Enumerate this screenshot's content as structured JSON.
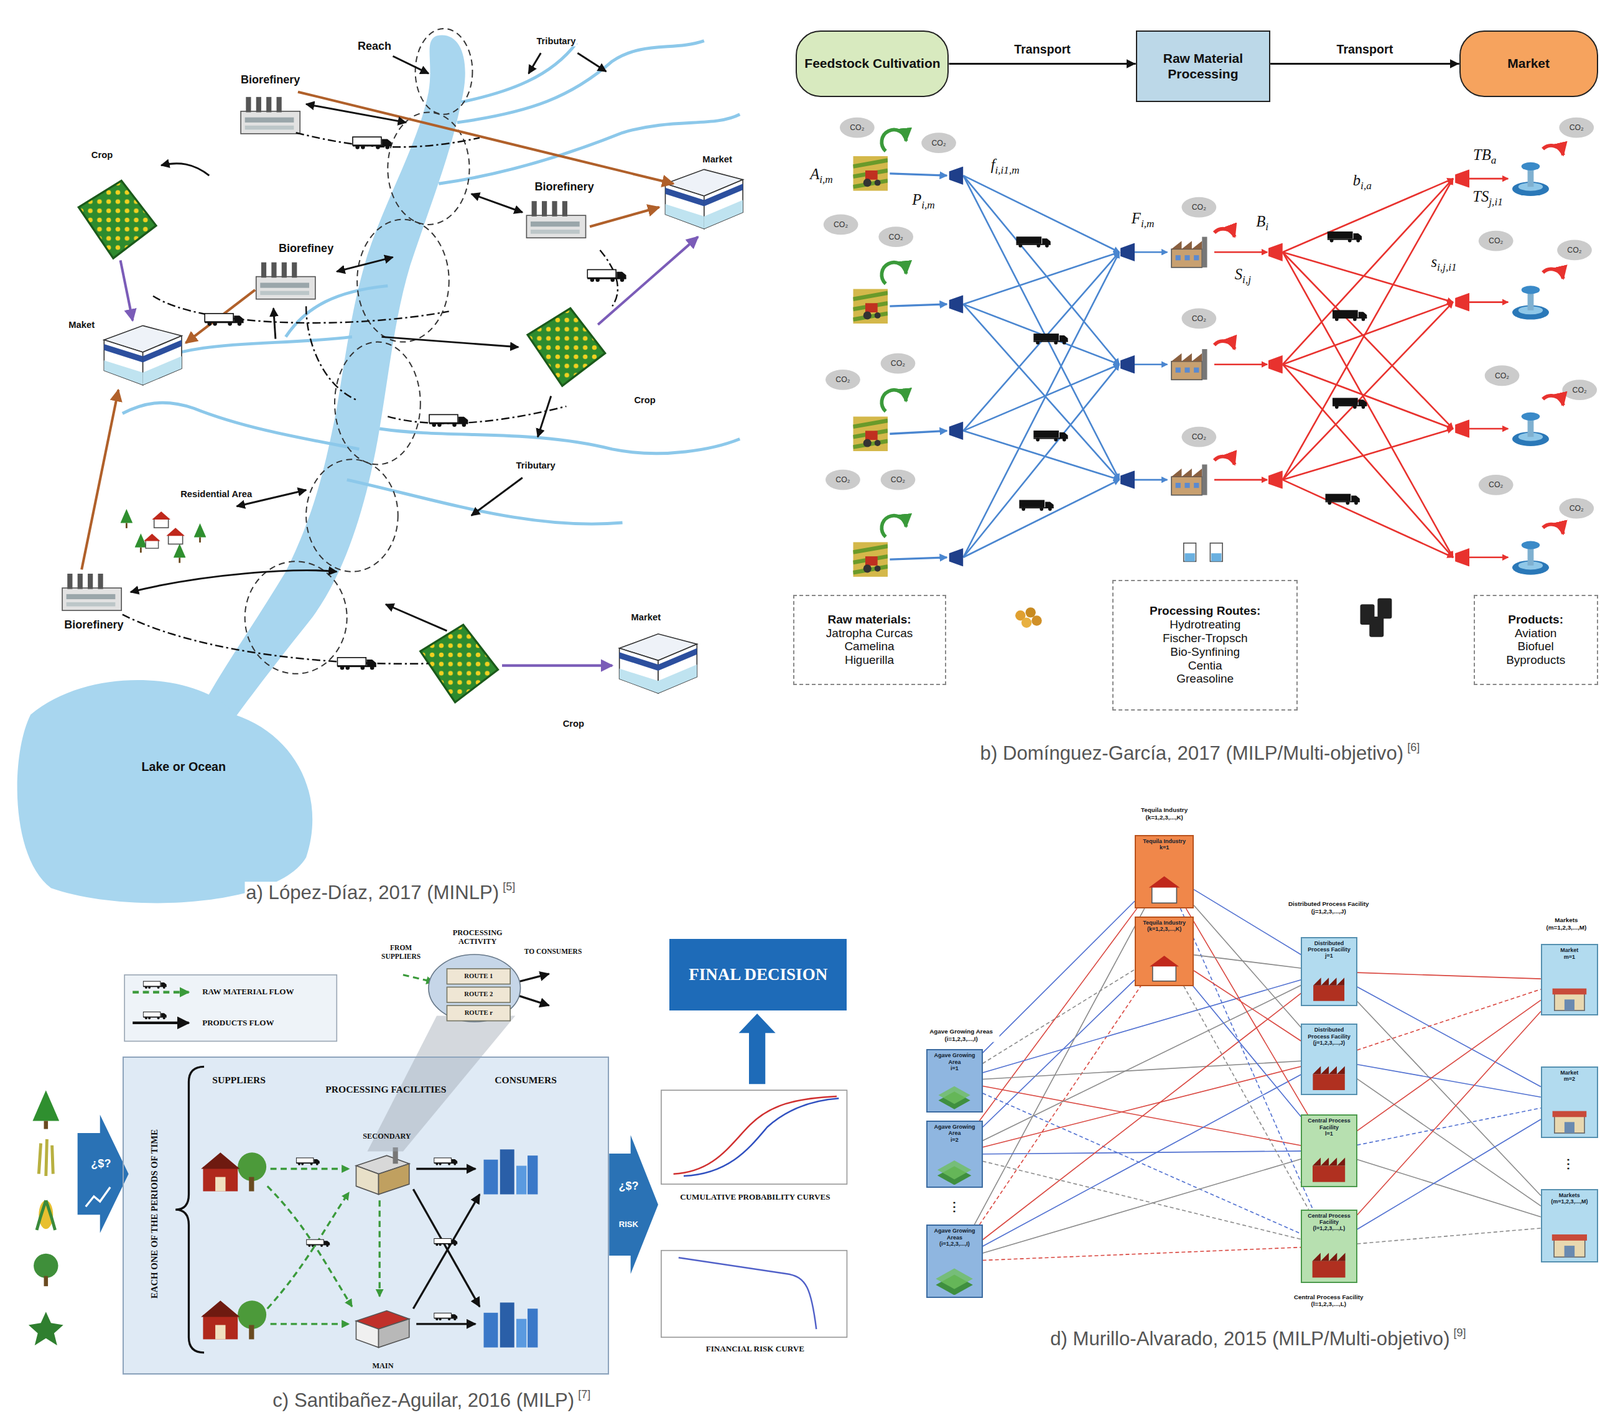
{
  "diagram": {
    "nodes": [
      {
        "text": [
          "Feedstock Cultivation"
        ]
      },
      {
        "text": [
          "Raw Material Processing"
        ]
      },
      {
        "text": [
          "Market"
        ]
      },
      {
        "text": [
          "Raw materials:",
          "Jatropha Curcas",
          "Camelina",
          "Higuerilla"
        ]
      },
      {
        "text": [
          "Processing Routes:",
          "Hydrotreating",
          "Fischer-Tropsch",
          "Bio-Synfining",
          "Centia",
          "Greasoline"
        ]
      },
      {
        "text": [
          "Products:",
          "Aviation",
          "Biofuel",
          "Byproducts"
        ]
      },
      {
        "text": [
          "EACH ONE OF THE PERIODS OF TIME",
          "SUPPLIERS",
          "PROCESSING FACILITIES",
          "CONSUMERS",
          "SECONDARY",
          "MAIN"
        ]
      },
      {
        "text": [
          "FINAL DECISION"
        ]
      },
      {
        "text": [
          "Tequila Industry",
          "k=1"
        ]
      },
      {
        "text": [
          "Tequila Industry",
          "(k=1,2,3,...,K)"
        ]
      },
      {
        "text": [
          "Agave Growing Area",
          "i=1"
        ]
      },
      {
        "text": [
          "Agave Growing Area",
          "i=2"
        ]
      },
      {
        "text": [
          "Agave Growing Areas",
          "(i=1,2,3,...,I)"
        ]
      },
      {
        "text": [
          "Distributed Process Facility",
          "j=1"
        ]
      },
      {
        "text": [
          "Distributed Process Facility",
          "(j=1,2,3,...,J)"
        ]
      },
      {
        "text": [
          "Central Process Facility",
          "l=1"
        ]
      },
      {
        "text": [
          "Central Process Facility",
          "(l=1,2,3,...,L)"
        ]
      },
      {
        "text": [
          "Market",
          "m=1"
        ]
      },
      {
        "text": [
          "Market",
          "m=2"
        ]
      },
      {
        "text": [
          "Markets",
          "(m=1,2,3,...,M)"
        ]
      }
    ],
    "edges": [
      {
        "from": 0,
        "to": 1,
        "arrow": "to",
        "label": "Transport"
      },
      {
        "from": 1,
        "to": 2,
        "arrow": "to",
        "label": "Transport"
      },
      {
        "from": 10,
        "to": 8,
        "arrow": "none"
      },
      {
        "from": 10,
        "to": 9,
        "arrow": "none"
      },
      {
        "from": 11,
        "to": 8,
        "arrow": "none"
      },
      {
        "from": 11,
        "to": 9,
        "arrow": "none"
      },
      {
        "from": 12,
        "to": 8,
        "arrow": "none"
      },
      {
        "from": 12,
        "to": 9,
        "arrow": "none"
      },
      {
        "from": 10,
        "to": 13,
        "arrow": "none"
      },
      {
        "from": 10,
        "to": 14,
        "arrow": "none"
      },
      {
        "from": 10,
        "to": 15,
        "arrow": "none"
      },
      {
        "from": 10,
        "to": 16,
        "arrow": "none"
      },
      {
        "from": 11,
        "to": 13,
        "arrow": "none"
      },
      {
        "from": 11,
        "to": 14,
        "arrow": "none"
      },
      {
        "from": 11,
        "to": 15,
        "arrow": "none"
      },
      {
        "from": 11,
        "to": 16,
        "arrow": "none"
      },
      {
        "from": 12,
        "to": 13,
        "arrow": "none"
      },
      {
        "from": 12,
        "to": 14,
        "arrow": "none"
      },
      {
        "from": 12,
        "to": 15,
        "arrow": "none"
      },
      {
        "from": 12,
        "to": 16,
        "arrow": "none"
      },
      {
        "from": 8,
        "to": 13,
        "arrow": "none"
      },
      {
        "from": 8,
        "to": 14,
        "arrow": "none"
      },
      {
        "from": 8,
        "to": 15,
        "arrow": "none"
      },
      {
        "from": 8,
        "to": 16,
        "arrow": "none"
      },
      {
        "from": 9,
        "to": 13,
        "arrow": "none"
      },
      {
        "from": 9,
        "to": 14,
        "arrow": "none"
      },
      {
        "from": 9,
        "to": 15,
        "arrow": "none"
      },
      {
        "from": 9,
        "to": 16,
        "arrow": "none"
      },
      {
        "from": 13,
        "to": 17,
        "arrow": "none"
      },
      {
        "from": 13,
        "to": 18,
        "arrow": "none"
      },
      {
        "from": 13,
        "to": 19,
        "arrow": "none"
      },
      {
        "from": 14,
        "to": 17,
        "arrow": "none"
      },
      {
        "from": 14,
        "to": 18,
        "arrow": "none"
      },
      {
        "from": 14,
        "to": 19,
        "arrow": "none"
      },
      {
        "from": 15,
        "to": 17,
        "arrow": "none"
      },
      {
        "from": 15,
        "to": 18,
        "arrow": "none"
      },
      {
        "from": 15,
        "to": 19,
        "arrow": "none"
      },
      {
        "from": 16,
        "to": 17,
        "arrow": "none"
      },
      {
        "from": 16,
        "to": 18,
        "arrow": "none"
      },
      {
        "from": 16,
        "to": 19,
        "arrow": "none"
      }
    ],
    "labels": [
      "Reach",
      "Tributary",
      "Biorefinery",
      "Crop",
      "Biorefinery",
      "Market",
      "Biorefiney",
      "Maket",
      "Crop",
      "Tributary",
      "Residential Area",
      "Biorefinery",
      "Market",
      "Crop",
      "Lake or Ocean",
      "a) López-Díaz, 2017 (MINLP)",
      "[5]",
      "Ai,m",
      "Pi,m",
      "fi,i1,m",
      "Fi,m",
      "Bi",
      "Si,j",
      "bi,a",
      "TBa",
      "TSj,i1",
      "si,j,i1",
      "CO₂",
      "CO₂",
      "CO₂",
      "CO₂",
      "CO₂",
      "CO₂",
      "CO₂",
      "CO₂",
      "CO₂",
      "CO₂",
      "CO₂",
      "CO₂",
      "CO₂",
      "CO₂",
      "CO₂",
      "CO₂",
      "CO₂",
      "CO₂",
      "b) Domínguez-García, 2017 (MILP/Multi-objetivo)",
      "[6]",
      "PROCESSING ACTIVITY",
      "FROM SUPPLIERS",
      "TO CONSUMERS",
      "ROUTE 1",
      "ROUTE 2",
      "ROUTE r",
      "¿$?",
      "¿$?",
      "RISK",
      "CUMULATIVE PROBABILITY CURVES",
      "FINANCIAL RISK CURVE",
      "c) Santibañez-Aguilar, 2016 (MILP)",
      "[7]",
      "Tequila Industry (k=1,2,3,...,K)",
      "Agave Growing Areas (i=1,2,3,...,I)",
      "⋮",
      "Distributed Process Facility (j=1,2,3,...,J)",
      "Central Process Facility (l=1,2,3,...,L)",
      "Markets (m=1,2,3,...,M)",
      "⋮",
      "d) Murillo-Alvarado, 2015 (MILP/Multi-objetivo)",
      "[9]"
    ],
    "legend": [
      {
        "text": "RAW MATERIAL FLOW"
      },
      {
        "text": "PRODUCTS FLOW"
      }
    ]
  }
}
